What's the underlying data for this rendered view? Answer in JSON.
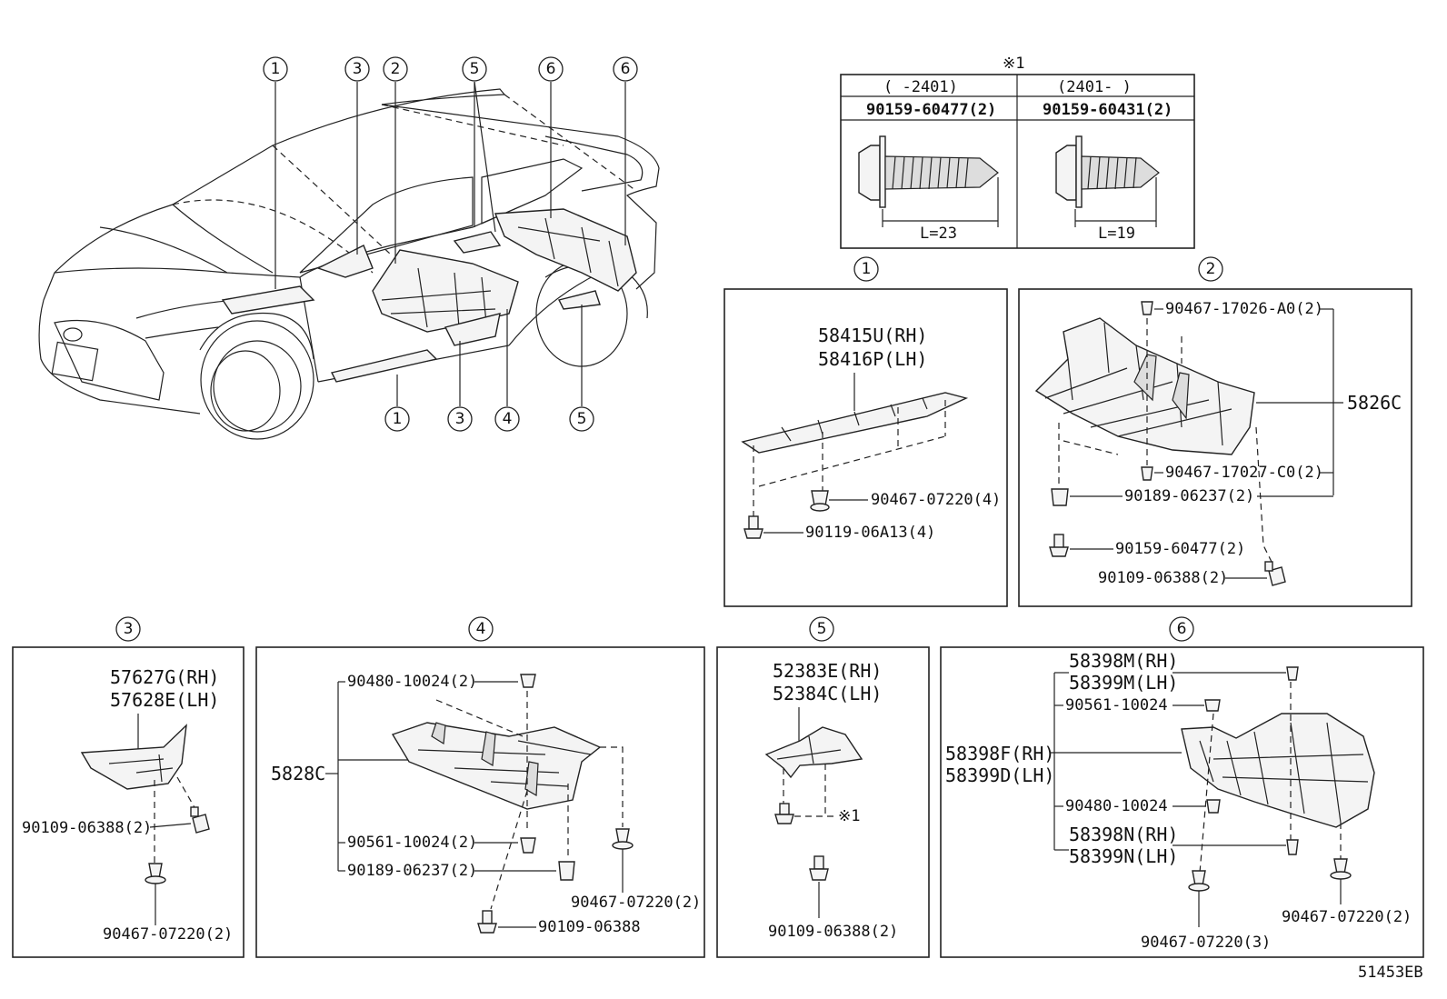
{
  "callouts": {
    "c1": "1",
    "c2": "2",
    "c3": "3",
    "c4": "4",
    "c5": "5",
    "c6": "6"
  },
  "bolt_table": {
    "note_mark": "※1",
    "col1_range": "(    -2401)",
    "col2_range": "(2401-    )",
    "col1_part": "90159-60477(2)",
    "col2_part": "90159-60431(2)",
    "col1_len": "L=23",
    "col2_len": "L=19"
  },
  "panel1": {
    "part_rh": "58415U(RH)",
    "part_lh": "58416P(LH)",
    "clip": "90467-07220(4)",
    "bolt": "90119-06A13(4)"
  },
  "panel2": {
    "part": "5826C",
    "clip_top": "90467-17026-A0(2)",
    "clip_mid": "90467-17027-C0(2)",
    "nut": "90189-06237(2)",
    "screw": "90159-60477(2)",
    "bolt": "90109-06388(2)"
  },
  "panel3": {
    "part_rh": "57627G(RH)",
    "part_lh": "57628E(LH)",
    "bolt": "90109-06388(2)",
    "clip": "90467-07220(2)"
  },
  "panel4": {
    "part": "5828C",
    "rivet_top": "90480-10024(2)",
    "nut_a": "90561-10024(2)",
    "nut_b": "90189-06237(2)",
    "clip": "90467-07220(2)",
    "bolt": "90109-06388"
  },
  "panel5": {
    "part_rh": "52383E(RH)",
    "part_lh": "52384C(LH)",
    "ref": "※1",
    "bolt": "90109-06388(2)"
  },
  "panel6": {
    "part_m_rh": "58398M(RH)",
    "part_m_lh": "58399M(LH)",
    "nut": "90561-10024",
    "part_f_rh": "58398F(RH)",
    "part_d_lh": "58399D(LH)",
    "rivet": "90480-10024",
    "part_n_rh": "58398N(RH)",
    "part_n_lh": "58399N(LH)",
    "clip_3": "90467-07220(3)",
    "clip_2": "90467-07220(2)"
  },
  "diagram_id": "51453EB"
}
